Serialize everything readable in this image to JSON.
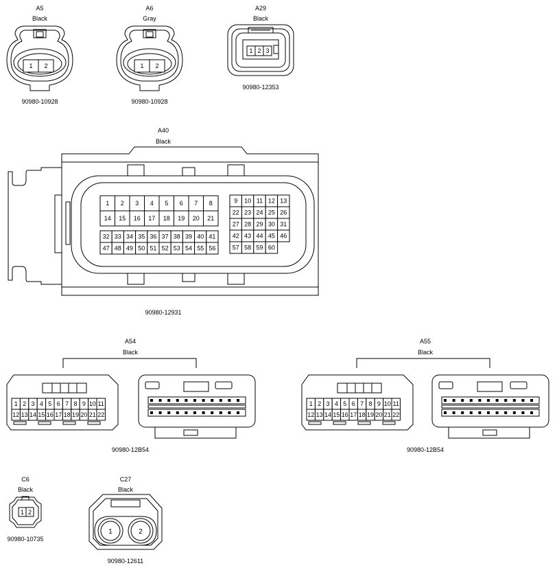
{
  "connectors": {
    "a5": {
      "id": "A5",
      "color": "Black",
      "part": "90980-10928",
      "pins": [
        "1",
        "2"
      ]
    },
    "a6": {
      "id": "A6",
      "color": "Gray",
      "part": "90980-10928",
      "pins": [
        "1",
        "2"
      ]
    },
    "a29": {
      "id": "A29",
      "color": "Black",
      "part": "90980-12353",
      "pins": [
        "1",
        "2",
        "3"
      ]
    },
    "a40": {
      "id": "A40",
      "color": "Black",
      "part": "90980-12931",
      "left_block": [
        [
          "1",
          "2",
          "3",
          "4",
          "5",
          "6",
          "7",
          "8"
        ],
        [
          "14",
          "15",
          "16",
          "17",
          "18",
          "19",
          "20",
          "21"
        ],
        [
          "32",
          "33",
          "34",
          "35",
          "36",
          "37",
          "38",
          "39",
          "40",
          "41"
        ],
        [
          "47",
          "48",
          "49",
          "50",
          "51",
          "52",
          "53",
          "54",
          "55",
          "56"
        ]
      ],
      "right_block": [
        [
          "9",
          "10",
          "11",
          "12",
          "13"
        ],
        [
          "22",
          "23",
          "24",
          "25",
          "26"
        ],
        [
          "27",
          "28",
          "29",
          "30",
          "31"
        ],
        [
          "42",
          "43",
          "44",
          "45",
          "46"
        ],
        [
          "57",
          "58",
          "59",
          "60"
        ]
      ]
    },
    "a54": {
      "id": "A54",
      "color": "Black",
      "part": "90980-12B54",
      "rows": [
        [
          "1",
          "2",
          "3",
          "4",
          "5",
          "6",
          "7",
          "8",
          "9",
          "10",
          "11"
        ],
        [
          "12",
          "13",
          "14",
          "15",
          "16",
          "17",
          "18",
          "19",
          "20",
          "21",
          "22"
        ]
      ]
    },
    "a55": {
      "id": "A55",
      "color": "Black",
      "part": "90980-12B54",
      "rows": [
        [
          "1",
          "2",
          "3",
          "4",
          "5",
          "6",
          "7",
          "8",
          "9",
          "10",
          "11"
        ],
        [
          "12",
          "13",
          "14",
          "15",
          "16",
          "17",
          "18",
          "19",
          "20",
          "21",
          "22"
        ]
      ]
    },
    "c6": {
      "id": "C6",
      "color": "Black",
      "part": "90980-10735",
      "pins": [
        "1",
        "2"
      ]
    },
    "c27": {
      "id": "C27",
      "color": "Black",
      "part": "90980-12611",
      "pins": [
        "1",
        "2"
      ]
    }
  }
}
